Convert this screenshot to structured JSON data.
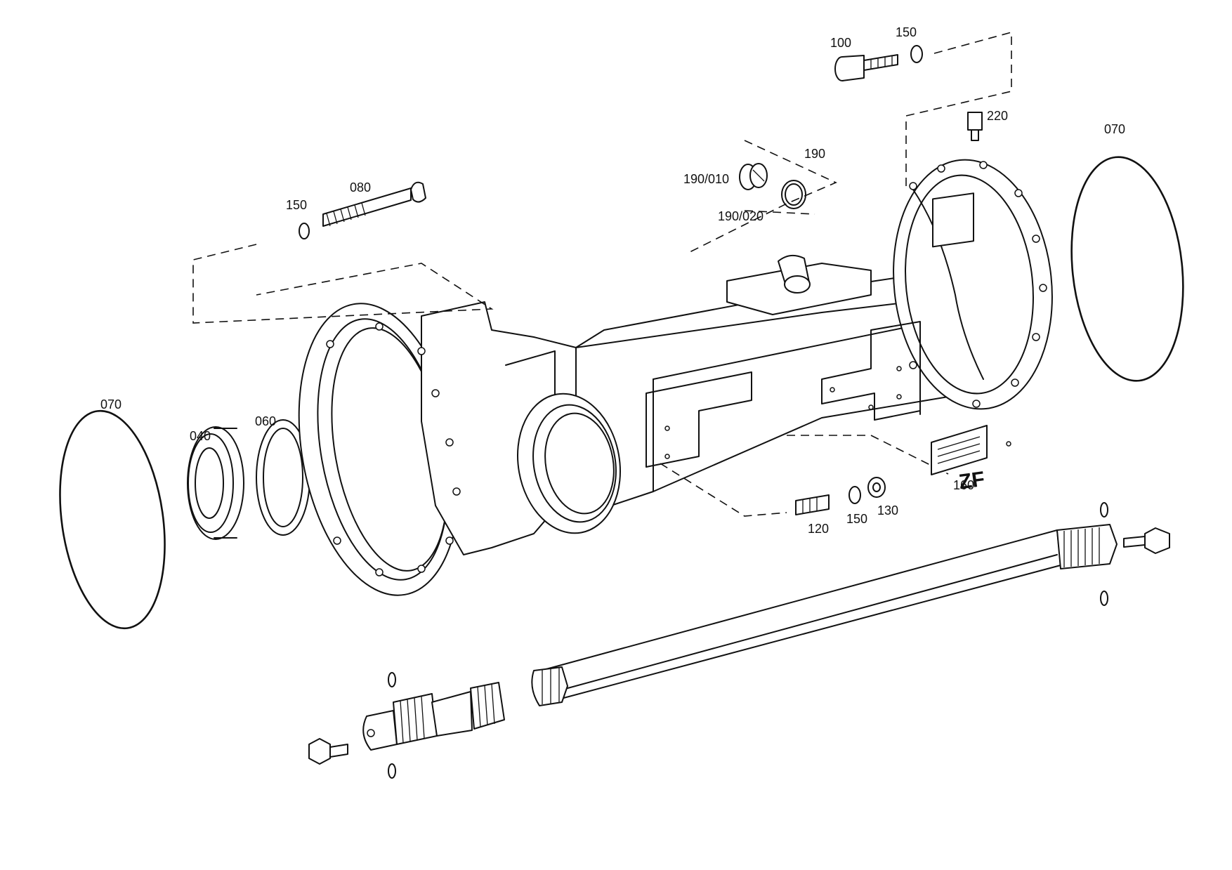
{
  "labels": {
    "p040": "040",
    "p060": "060",
    "p070_left": "070",
    "p070_right": "070",
    "p080": "080",
    "p100": "100",
    "p120": "120",
    "p130": "130",
    "p150_a": "150",
    "p150_b": "150",
    "p150_c": "150",
    "p160": "160",
    "p190": "190",
    "p190_010": "190/010",
    "p190_020": "190/020",
    "p220": "220"
  },
  "logo": {
    "text": "ZF"
  }
}
